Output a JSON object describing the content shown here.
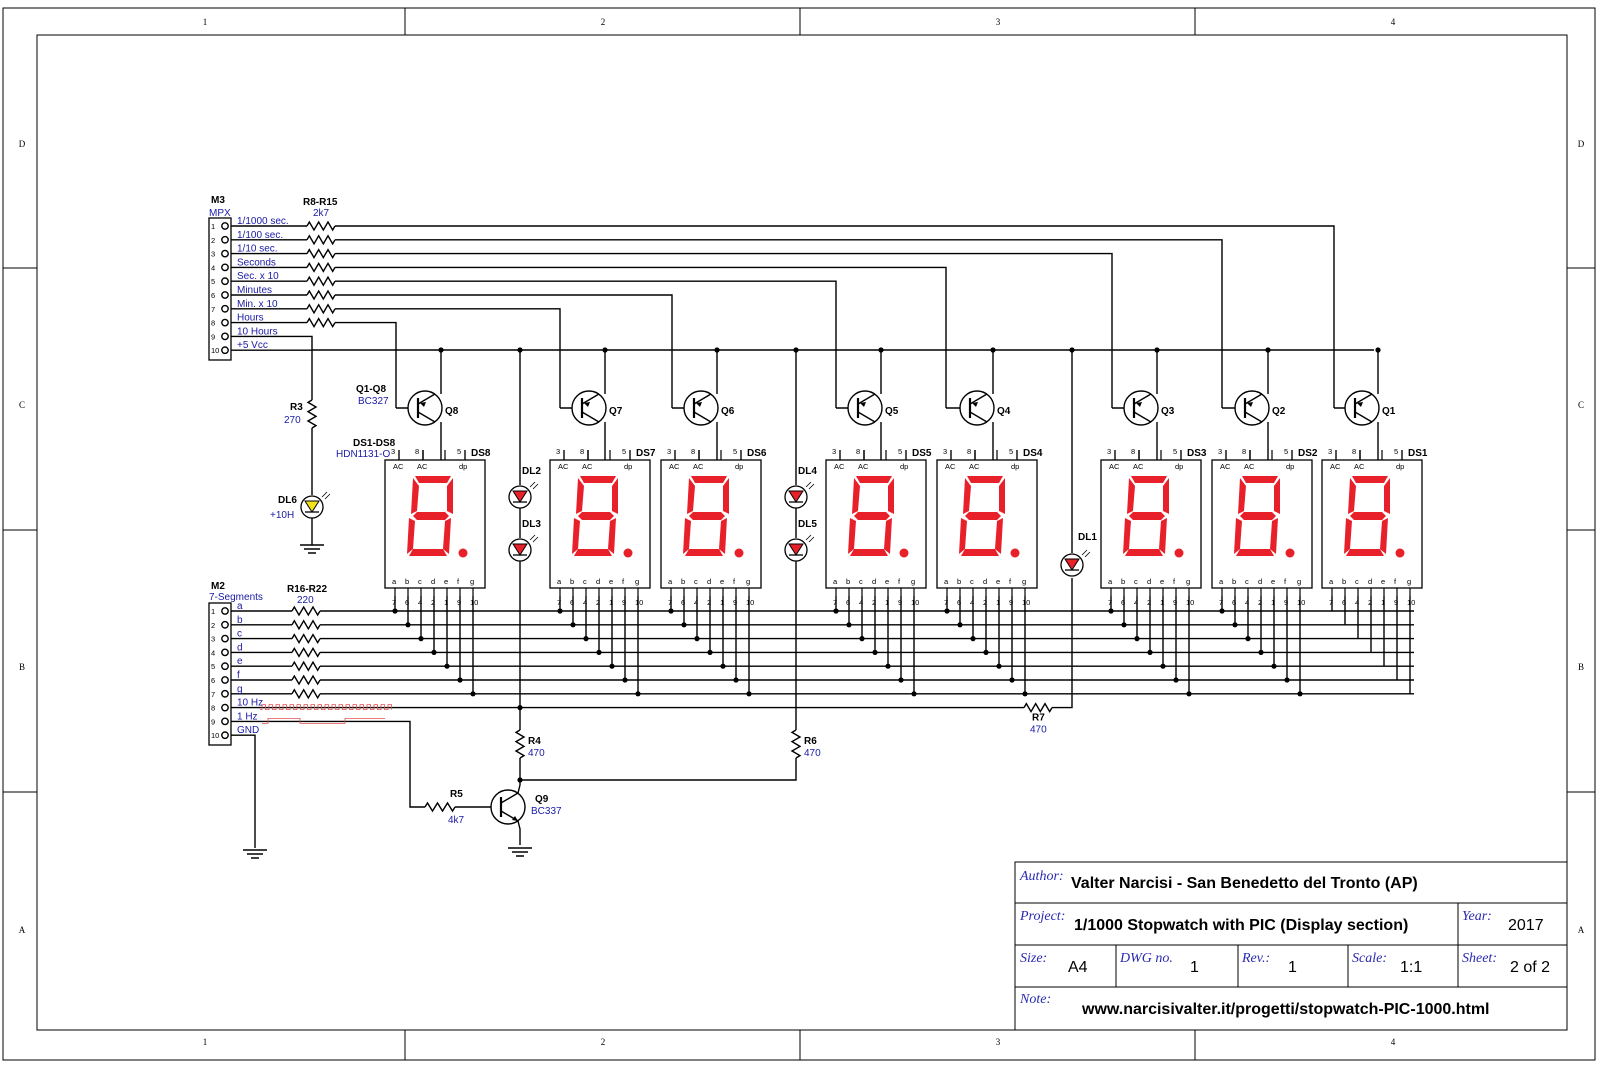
{
  "frame": {
    "columns": [
      "1",
      "2",
      "3",
      "4"
    ],
    "rows": [
      "D",
      "C",
      "B",
      "A"
    ]
  },
  "m3": {
    "ref": "M3",
    "name": "MPX",
    "pins": [
      "1/1000 sec.",
      "1/100 sec.",
      "1/10 sec.",
      "Seconds",
      "Sec. x 10",
      "Minutes",
      "Min. x 10",
      "Hours",
      "10 Hours",
      "+5 Vcc"
    ],
    "res_ref": "R8-R15",
    "res_val": "2k7"
  },
  "m2": {
    "ref": "M2",
    "name": "7-Segments",
    "pins": [
      "a",
      "b",
      "c",
      "d",
      "e",
      "f",
      "g",
      "10 Hz",
      "1 Hz",
      "GND"
    ],
    "res_ref": "R16-R22",
    "res_val": "220"
  },
  "pin_numbers": [
    "1",
    "2",
    "3",
    "4",
    "5",
    "6",
    "7",
    "8",
    "9",
    "10"
  ],
  "display_group": {
    "ref": "DS1-DS8",
    "part": "HDN1131-O"
  },
  "transistor_group": {
    "ref": "Q1-Q8",
    "part": "BC327"
  },
  "displays": [
    {
      "ref": "DS8",
      "q": "Q8"
    },
    {
      "ref": "DS7",
      "q": "Q7"
    },
    {
      "ref": "DS6",
      "q": "Q6"
    },
    {
      "ref": "DS5",
      "q": "Q5"
    },
    {
      "ref": "DS4",
      "q": "Q4"
    },
    {
      "ref": "DS3",
      "q": "Q3"
    },
    {
      "ref": "DS2",
      "q": "Q2"
    },
    {
      "ref": "DS1",
      "q": "Q1"
    }
  ],
  "display_pins_top": [
    "3",
    "8",
    "5"
  ],
  "display_pins_top_labels": [
    "AC",
    "AC",
    "dp"
  ],
  "display_pins_bottom": [
    "7",
    "6",
    "4",
    "2",
    "1",
    "9",
    "10"
  ],
  "display_seg_labels": [
    "a",
    "b",
    "c",
    "d",
    "e",
    "f",
    "g"
  ],
  "parts": {
    "r3": {
      "ref": "R3",
      "val": "270"
    },
    "dl6": {
      "ref": "DL6",
      "val": "+10H"
    },
    "dl2": {
      "ref": "DL2"
    },
    "dl3": {
      "ref": "DL3"
    },
    "dl4": {
      "ref": "DL4"
    },
    "dl5": {
      "ref": "DL5"
    },
    "dl1": {
      "ref": "DL1"
    },
    "r4": {
      "ref": "R4",
      "val": "470"
    },
    "r6": {
      "ref": "R6",
      "val": "470"
    },
    "r7": {
      "ref": "R7",
      "val": "470"
    },
    "r5": {
      "ref": "R5",
      "val": "4k7"
    },
    "q9": {
      "ref": "Q9",
      "val": "BC337"
    }
  },
  "title_block": {
    "author_label": "Author:",
    "author": "Valter Narcisi - San Benedetto del Tronto (AP)",
    "project_label": "Project:",
    "project": "1/1000 Stopwatch with PIC (Display section)",
    "year_label": "Year:",
    "year": "2017",
    "size_label": "Size:",
    "size": "A4",
    "dwg_label": "DWG no.",
    "dwg": "1",
    "rev_label": "Rev.:",
    "rev": "1",
    "scale_label": "Scale:",
    "scale": "1:1",
    "sheet_label": "Sheet:",
    "sheet": "2 of 2",
    "note_label": "Note:",
    "note": "www.narcisivalter.it/progetti/stopwatch-PIC-1000.html"
  },
  "colors": {
    "wire": "#000000",
    "segment_on": "#e8202a",
    "label_blue": "#1a1aa8",
    "led_red": "#e8202a",
    "led_yellow": "#f2e21a",
    "signal_trace": "#e05050"
  }
}
